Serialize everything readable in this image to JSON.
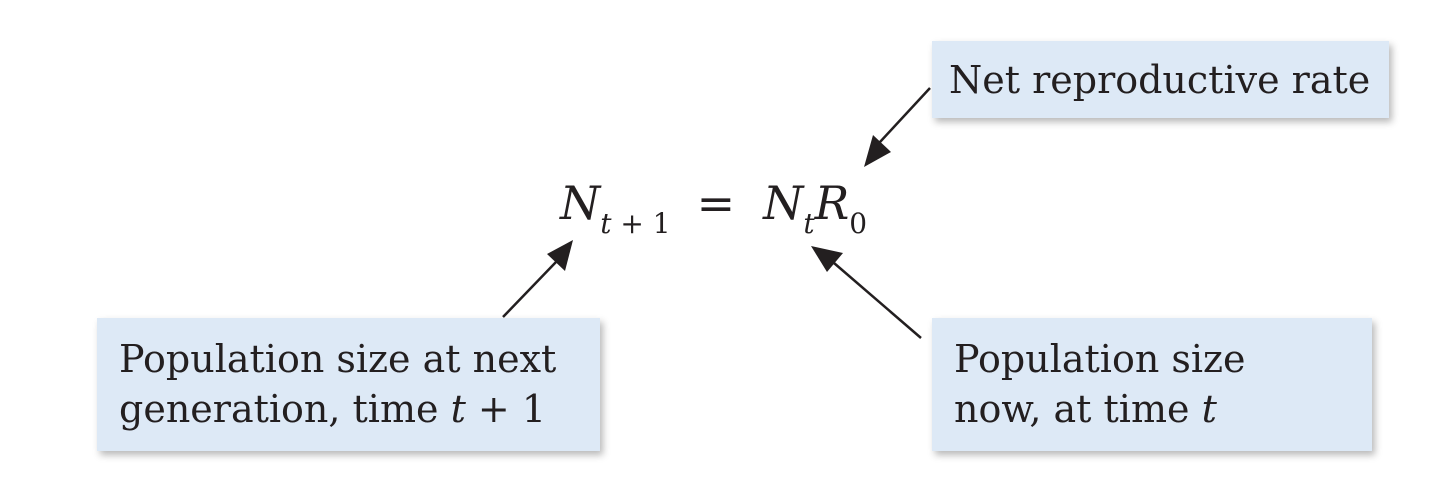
{
  "equation": {
    "lhs_var": "N",
    "lhs_sub_t": "t",
    "lhs_sub_rest": " + 1",
    "equals": "=",
    "rhs_var1": "N",
    "rhs_sub1": "t",
    "rhs_var2": "R",
    "rhs_sub2": "0"
  },
  "callouts": {
    "net_rate": {
      "line1": "Net reproductive rate"
    },
    "next_generation": {
      "line1": "Population size at next",
      "line2_prefix": "generation, time ",
      "line2_t": "t",
      "line2_suffix": " + 1"
    },
    "now": {
      "line1": "Population size",
      "line2_prefix": "now, at time ",
      "line2_t": "t"
    }
  },
  "colors": {
    "callout_fill": "#dde9f6",
    "text": "#231f20",
    "arrow": "#231f20"
  }
}
